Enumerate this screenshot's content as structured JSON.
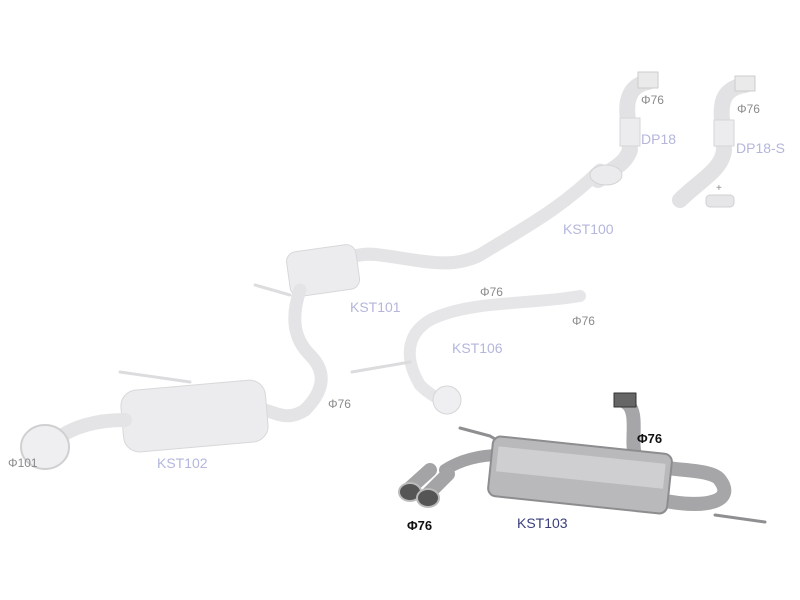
{
  "labels": {
    "dp18_diameter": "Φ76",
    "dp18": "DP18",
    "dp18s_diameter": "Φ76",
    "dp18s": "DP18-S",
    "dp18s_accessory": "+",
    "kst100": "KST100",
    "kst100_diameter": "Φ76",
    "kst101": "KST101",
    "kst106_diameter": "Φ76",
    "kst106": "KST106",
    "kst101_diameter": "Φ76",
    "kst102": "KST102",
    "kst102_diameter": "Φ101",
    "kst103": "KST103",
    "kst103_inlet_diameter": "Φ76",
    "kst103_tip_diameter": "Φ76"
  },
  "colors": {
    "faded_part_label": "#b4b6dc",
    "highlighted_part_label": "#3a3f7a",
    "faded_pipe": "#e4e4e6",
    "highlighted_pipe": "#a9a9ab"
  }
}
